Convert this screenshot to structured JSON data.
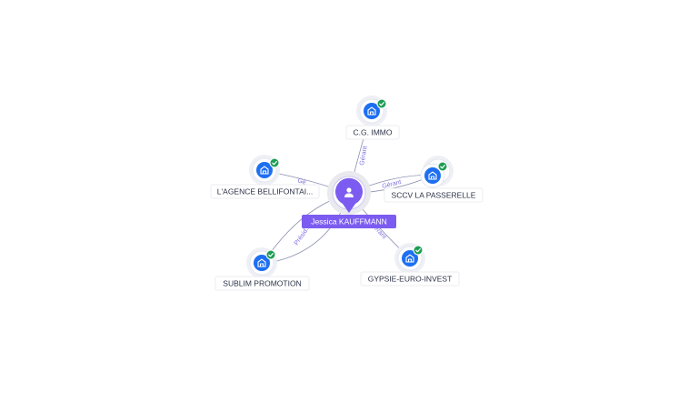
{
  "center": {
    "name": "Jessica KAUFFMANN",
    "icon": "person-icon",
    "color": "#7c5cf0"
  },
  "companies": [
    {
      "id": "cg-immo",
      "name": "C.G. IMMO",
      "icon": "company-icon",
      "status_icon": "check-icon",
      "role": "Gérant"
    },
    {
      "id": "agence-bellifontaine",
      "name": "L'AGENCE BELLIFONTAI...",
      "icon": "company-icon",
      "status_icon": "check-icon",
      "role": "Gé..."
    },
    {
      "id": "sccv-la-passerelle",
      "name": "SCCV LA PASSERELLE",
      "icon": "company-icon",
      "status_icon": "check-icon",
      "role": "Gérant"
    },
    {
      "id": "sublim-promotion",
      "name": "SUBLIM PROMOTION",
      "icon": "company-icon",
      "status_icon": "check-icon",
      "role": "Présid..."
    },
    {
      "id": "gypsie-euro-invest",
      "name": "GYPSIE-EURO-INVEST",
      "icon": "company-icon",
      "status_icon": "check-icon",
      "role": "Gérant"
    }
  ],
  "colors": {
    "company_node": "#1d6ff2",
    "verified_badge": "#1f9d55",
    "edge": "#8b8fb0",
    "edge_label": "#7c6fe0"
  }
}
